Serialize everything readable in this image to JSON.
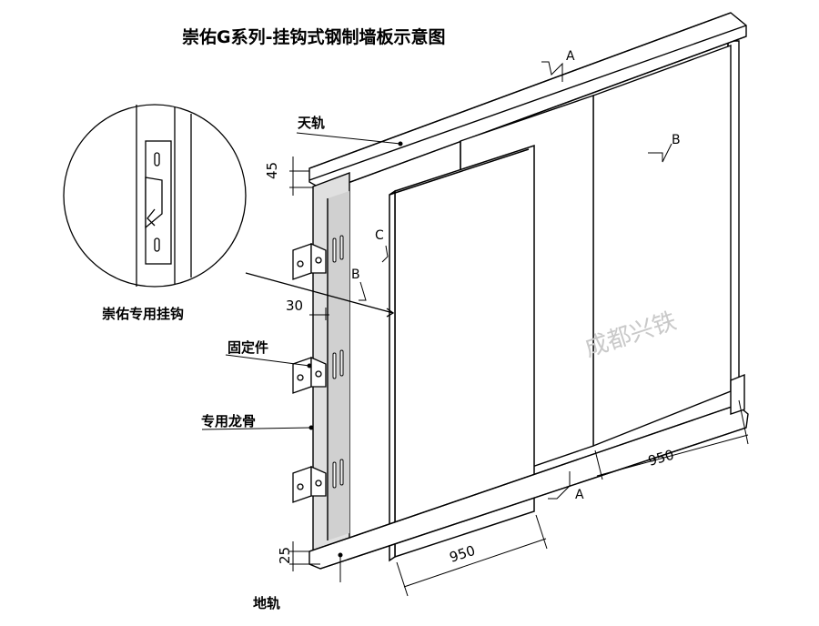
{
  "title": "崇佑G系列-挂钩式钢制墙板示意图",
  "labels": {
    "top_rail": "天轨",
    "hook": "崇佑专用挂钩",
    "fixing": "固定件",
    "keel": "专用龙骨",
    "bottom_rail": "地轨"
  },
  "dimensions": {
    "top_offset": "45",
    "bottom_offset": "25",
    "gap": "30",
    "panel_width_front": "950",
    "panel_width_back": "950"
  },
  "section_marks": {
    "a_top": "A",
    "a_bottom": "A",
    "b_back": "B",
    "b_front": "B",
    "c_front": "C"
  },
  "watermark": "成都兴铁"
}
